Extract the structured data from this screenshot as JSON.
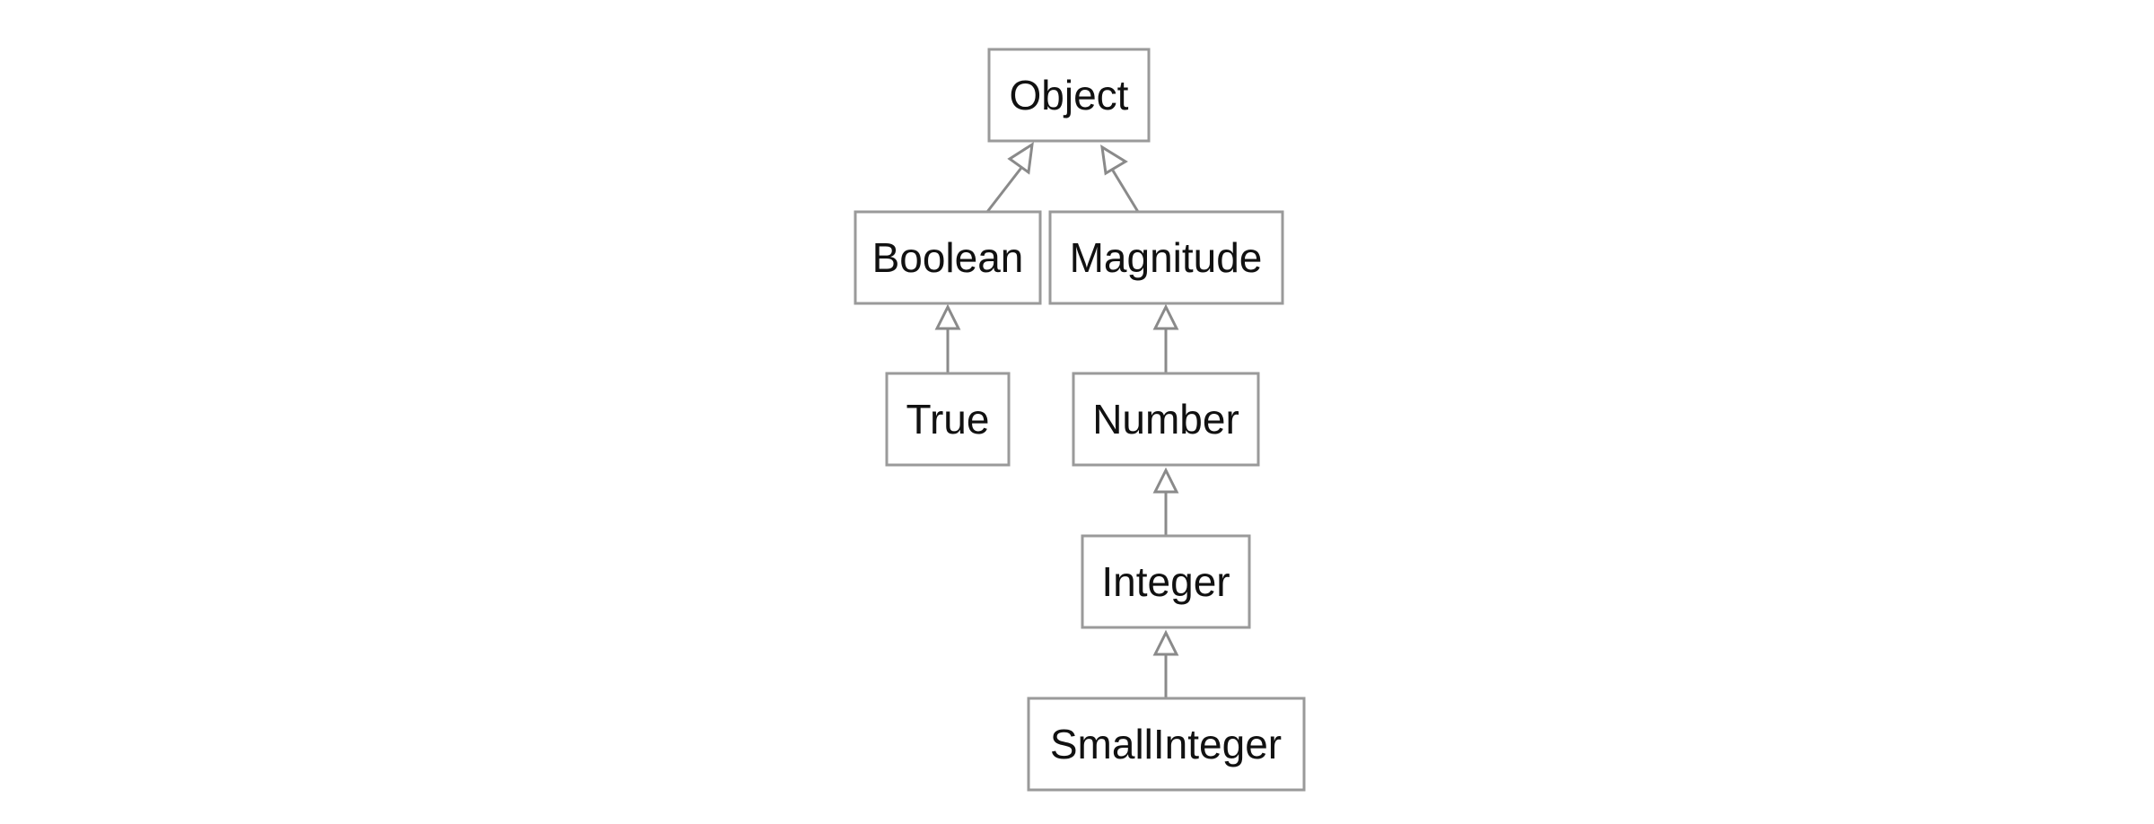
{
  "diagram": {
    "nodes": {
      "object": "Object",
      "boolean": "Boolean",
      "magnitude": "Magnitude",
      "true": "True",
      "number": "Number",
      "integer": "Integer",
      "small_integer": "SmallInteger"
    }
  }
}
